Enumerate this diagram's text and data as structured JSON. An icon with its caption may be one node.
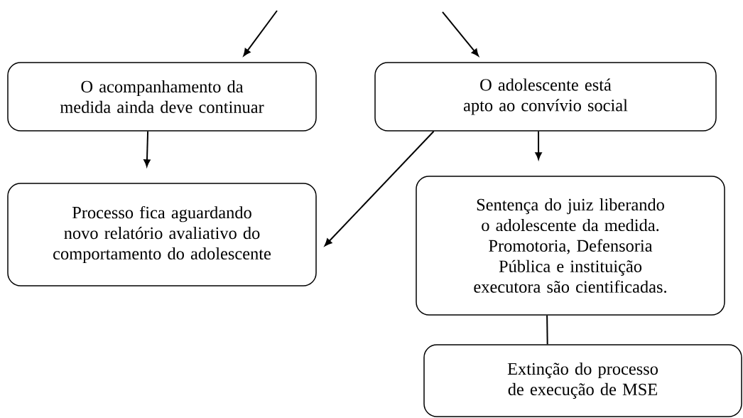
{
  "diagram": {
    "nodes": [
      {
        "text": [
          "O acompanhamento da medida ainda deve continuar"
        ]
      },
      {
        "text": [
          "O adolescente está apto ao convívio social"
        ]
      },
      {
        "text": [
          "Processo fica aguardando novo relatório avaliativo do comportamento do adolescente"
        ]
      },
      {
        "text": [
          "Sentença do juiz liberando o adolescente da medida.",
          "Promotoria, Defensoria Pública e instituição executora são cientificadas."
        ]
      },
      {
        "text": [
          "Extinção do processo de execução de MSE"
        ]
      }
    ],
    "edges": [
      {
        "from": null,
        "to": 0,
        "arrow": "to"
      },
      {
        "from": null,
        "to": 1,
        "arrow": "to"
      },
      {
        "from": 0,
        "to": 2,
        "arrow": "to"
      },
      {
        "from": 1,
        "to": 2,
        "arrow": "to"
      },
      {
        "from": 1,
        "to": 3,
        "arrow": "to"
      },
      {
        "from": 3,
        "to": 4,
        "arrow": "none"
      }
    ]
  }
}
